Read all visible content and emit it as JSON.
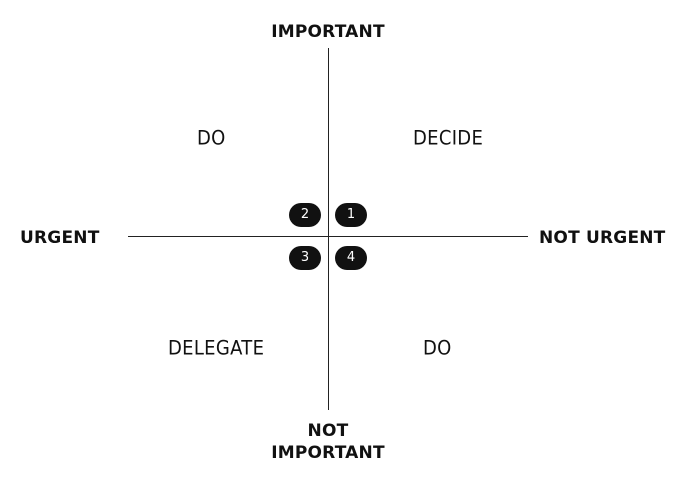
{
  "axes": {
    "top": "IMPORTANT",
    "left": "URGENT",
    "right": "NOT URGENT",
    "bottom_line1": "NOT",
    "bottom_line2": "IMPORTANT"
  },
  "quadrants": {
    "top_left": "DO",
    "top_right": "DECIDE",
    "bottom_left": "DELEGATE",
    "bottom_right": "DO"
  },
  "badges": {
    "top_left": "2",
    "top_right": "1",
    "bottom_left": "3",
    "bottom_right": "4"
  },
  "colors": {
    "ink": "#111111",
    "background": "#ffffff",
    "badge_text": "#ffffff"
  }
}
